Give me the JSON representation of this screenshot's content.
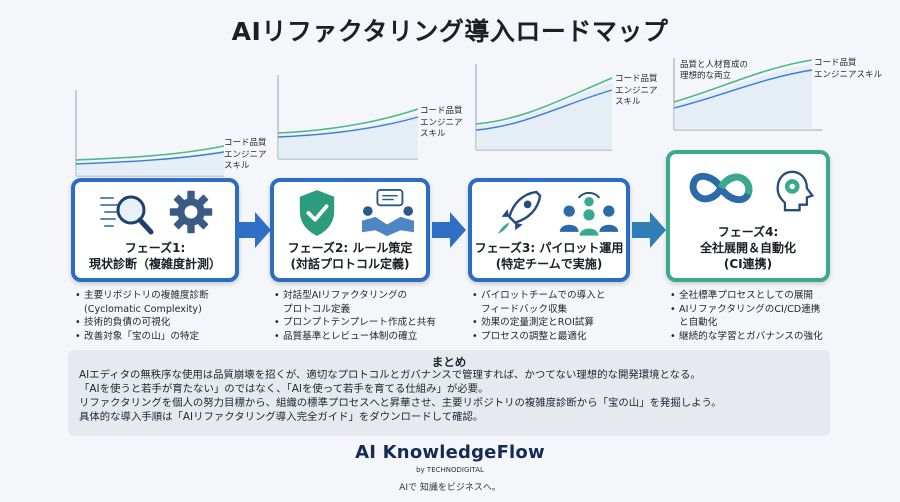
{
  "title": "AIリファクタリング導入ロードマップ",
  "charts": [
    {
      "label_quality": "コード品質",
      "label_skill": "エンジニア\nスキル",
      "label_both": ""
    },
    {
      "label_quality": "コード品質",
      "label_skill": "エンジニア\nスキル",
      "label_both": ""
    },
    {
      "label_quality": "コード品質",
      "label_skill": "エンジニア\nスキル",
      "label_both": ""
    },
    {
      "label_quality": "コード品質",
      "label_skill": "エンジニアスキル",
      "label_both": "品質と人材育成の\n理想的な両立"
    }
  ],
  "phases": [
    {
      "title": "フェーズ1:\n現状診断（複雑度計測）",
      "icons": [
        "code-search-icon",
        "gear-icon"
      ],
      "bullets": [
        "主要リポジトリの複雑度診断\n(Cyclomatic Complexity)",
        "技術的負債の可視化",
        "改善対象「宝の山」の特定"
      ]
    },
    {
      "title": "フェーズ2: ルール策定\n(対話プロトコル定義)",
      "icons": [
        "shield-check-icon",
        "chat-handshake-icon"
      ],
      "bullets": [
        "対話型AIリファクタリングの\nプロトコル定義",
        "プロンプトテンプレート作成と共有",
        "品質基準とレビュー体制の確立"
      ]
    },
    {
      "title": "フェーズ3: パイロット運用\n(特定チームで実施)",
      "icons": [
        "rocket-icon",
        "team-icon"
      ],
      "bullets": [
        "パイロットチームでの導入と\nフィードバック収集",
        "効果の定量測定とROI試算",
        "プロセスの調整と最適化"
      ]
    },
    {
      "title": "フェーズ4:\n全社展開＆自動化\n(CI連携)",
      "icons": [
        "infinity-icon",
        "brain-head-icon"
      ],
      "bullets": [
        "全社標準プロセスとしての展開",
        "AIリファクタリングのCI/CD連携\nと自動化",
        "継続的な学習とガバナンスの強化"
      ]
    }
  ],
  "summary": {
    "heading": "まとめ",
    "lines": [
      "AIエディタの無秩序な使用は品質崩壊を招くが、適切なプロトコルとガバナンスで管理すれば、かつてない理想的な開発環境となる。",
      "「AIを使うと若手が育たない」のではなく、「AIを使って若手を育てる仕組み」が必要。",
      "リファクタリングを個人の努力目標から、組織の標準プロセスへと昇華させ、主要リポジトリの複雑度診断から「宝の山」を発掘しよう。",
      "具体的な導入手順は「AIリファクタリング導入完全ガイド」をダウンロードして確認。"
    ]
  },
  "brand": {
    "name": "AI KnowledgeFlow",
    "by": "by TECHNODIGITAL",
    "slogan": "AIで 知識をビジネスへ。"
  },
  "colors": {
    "blue": "#2b6cc4",
    "green": "#3aa98e",
    "quality_line": "#4fb88a",
    "skill_line": "#3a7fd0"
  }
}
